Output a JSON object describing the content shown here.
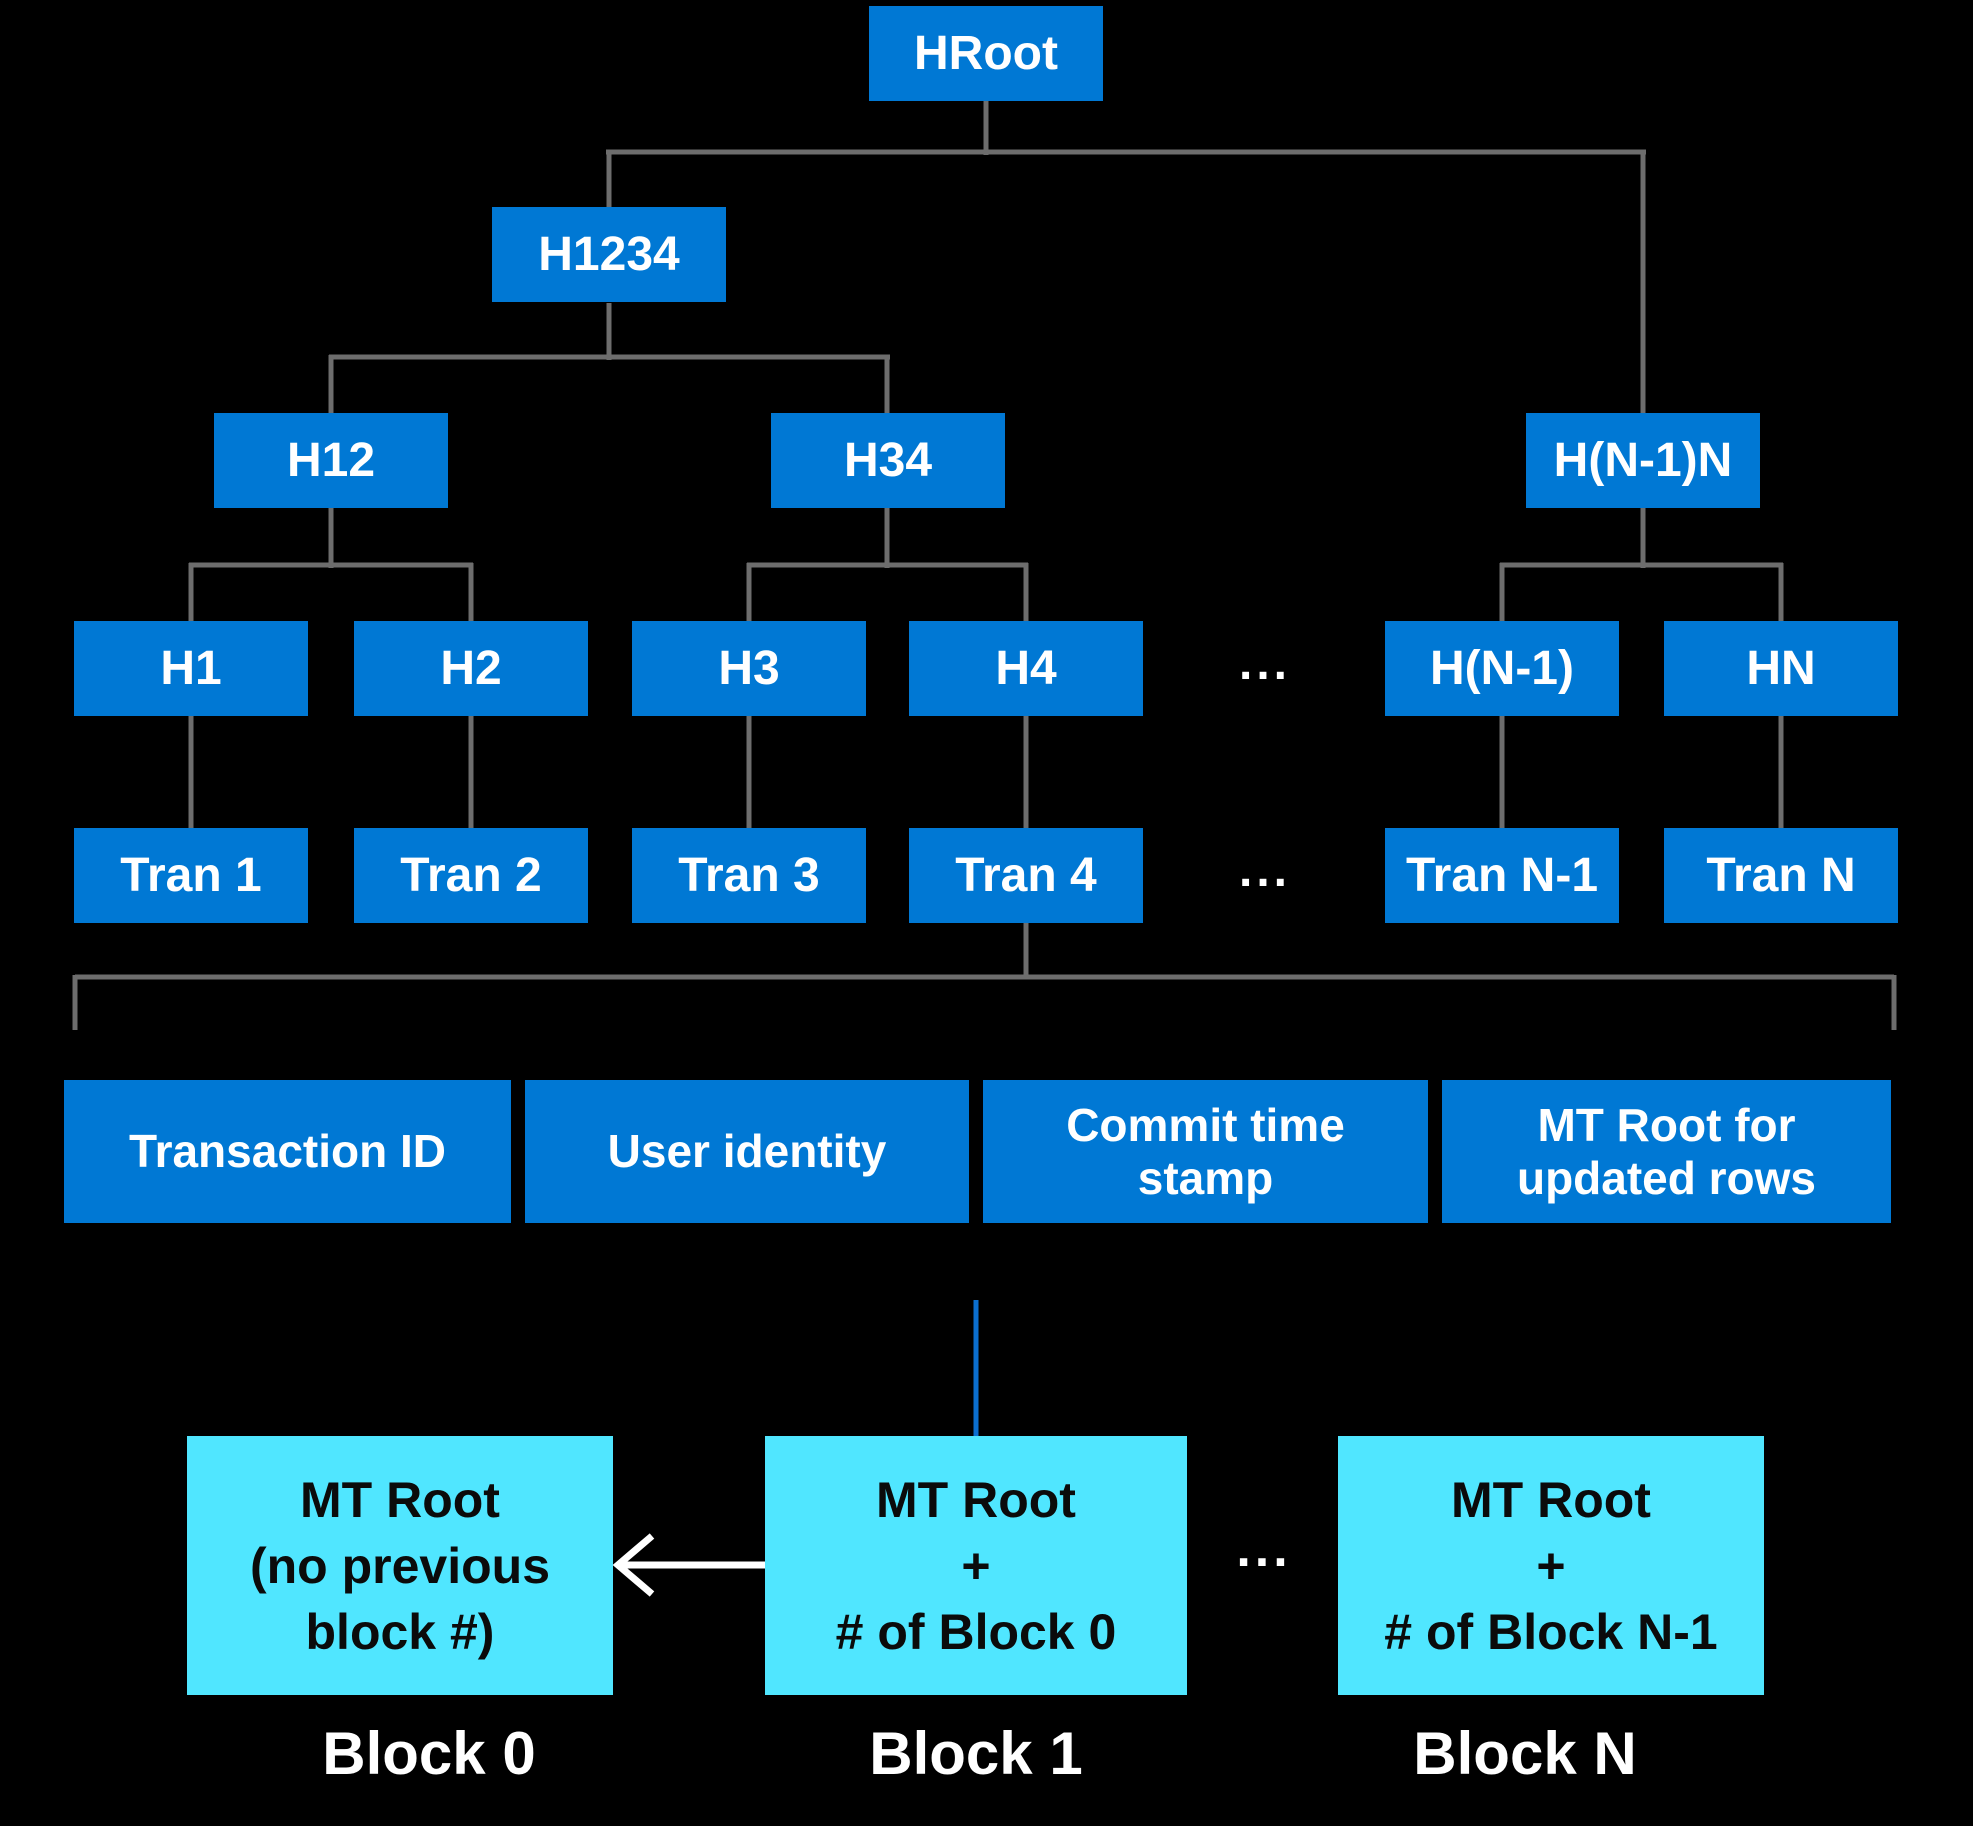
{
  "diagram": {
    "colors": {
      "background": "#000000",
      "node_blue": "#0078D4",
      "block_cyan": "#50E6FF",
      "connector_gray": "#6D6D6D",
      "link_blue": "#0B6FD0",
      "arrow_white": "#FFFFFF",
      "text_light": "#FFFFFF",
      "text_dark": "#0B0B0B"
    },
    "tree": {
      "root": "HRoot",
      "parent": "H1234",
      "level3": [
        "H12",
        "H34",
        "H(N-1)N"
      ],
      "hashes": [
        "H1",
        "H2",
        "H3",
        "H4",
        "H(N-1)",
        "HN"
      ],
      "hashes_ellipsis": "...",
      "transactions": [
        "Tran 1",
        "Tran 2",
        "Tran 3",
        "Tran 4",
        "Tran N-1",
        "Tran N"
      ],
      "transactions_ellipsis": "..."
    },
    "record_fields": [
      {
        "lines": [
          "Transaction ID"
        ]
      },
      {
        "lines": [
          "User identity"
        ]
      },
      {
        "lines": [
          "Commit time",
          "stamp"
        ]
      },
      {
        "lines": [
          "MT Root for",
          "updated rows"
        ]
      }
    ],
    "blocks": [
      {
        "lines": [
          "MT Root",
          "(no previous",
          "block #)"
        ],
        "label": "Block 0"
      },
      {
        "lines": [
          "MT Root",
          "+",
          "# of Block 0"
        ],
        "label": "Block 1"
      },
      {
        "lines": [
          "MT Root",
          "+",
          "# of Block N-1"
        ],
        "label": "Block N"
      }
    ],
    "blocks_ellipsis": "..."
  }
}
